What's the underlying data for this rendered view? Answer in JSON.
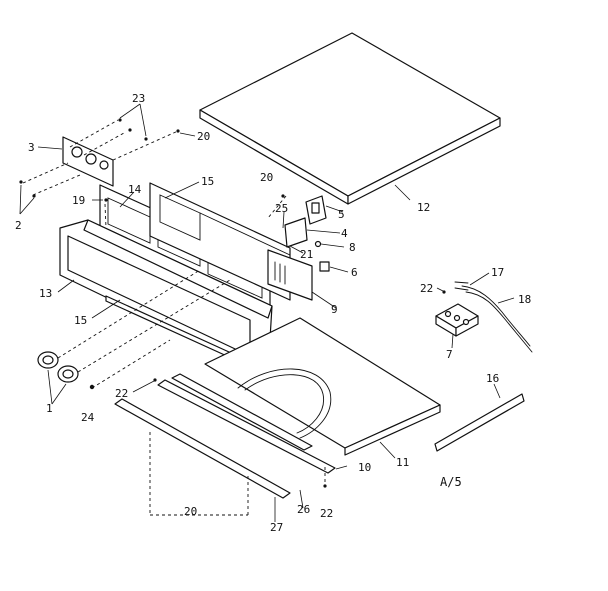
{
  "diagram": {
    "sheet_code": "A/5",
    "callouts": {
      "c1": "1",
      "c2": "2",
      "c3": "3",
      "c4": "4",
      "c5": "5",
      "c6": "6",
      "c7": "7",
      "c8": "8",
      "c9": "9",
      "c10": "10",
      "c11": "11",
      "c12": "12",
      "c13": "13",
      "c14": "14",
      "c15a": "15",
      "c15b": "15",
      "c16": "16",
      "c17": "17",
      "c18": "18",
      "c19": "19",
      "c20a": "20",
      "c20b": "20",
      "c20c": "20",
      "c21": "21",
      "c22a": "22",
      "c22b": "22",
      "c22c": "22",
      "c23": "23",
      "c24": "24",
      "c25": "25",
      "c26": "26",
      "c27": "27"
    }
  }
}
